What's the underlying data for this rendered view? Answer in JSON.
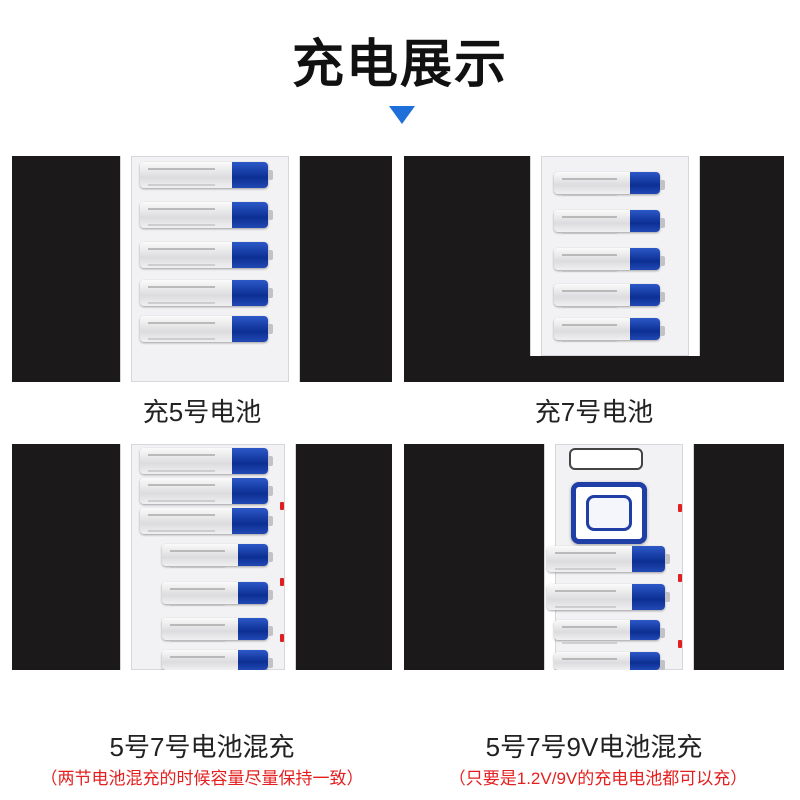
{
  "title": "充电展示",
  "colors": {
    "accent": "#1e6fd9",
    "panel_bg": "#1b1919",
    "note_red": "#e41f1f",
    "battery_blue": "#0c2f93"
  },
  "icons": {
    "arrow": "down-triangle-icon"
  },
  "panels": [
    {
      "caption": "充5号电池",
      "note": ""
    },
    {
      "caption": "充7号电池",
      "note": ""
    },
    {
      "caption": "5号7号电池混充",
      "note": "（两节电池混充的时候容量尽量保持一致）"
    },
    {
      "caption": "5号7号9V电池混充",
      "note": "（只要是1.2V/9V的充电电池都可以充）"
    }
  ]
}
